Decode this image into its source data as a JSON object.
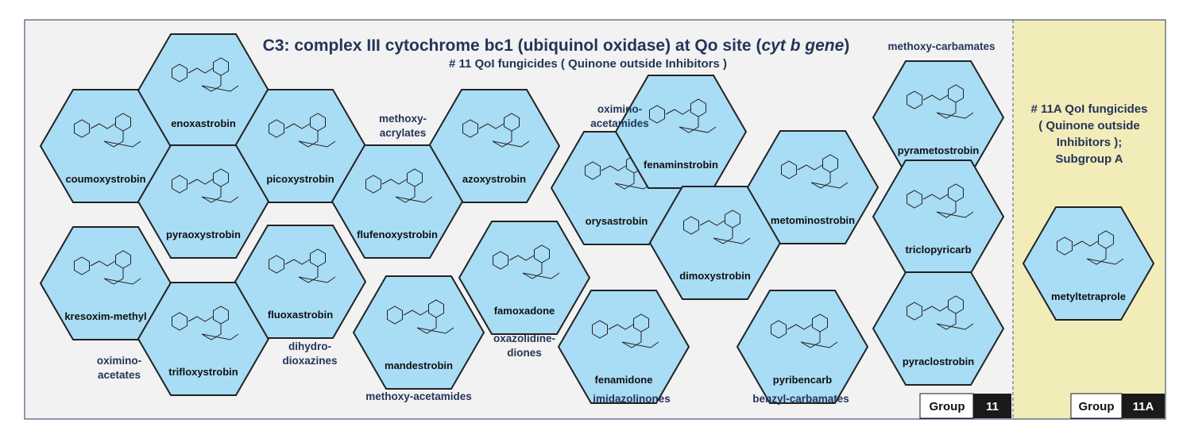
{
  "header": {
    "title_main": "C3: complex III cytochrome bc1 (ubiquinol oxidase) at Qo site (",
    "title_italic": "cyt b gene",
    "title_end": ")",
    "subtitle": "# 11 QoI fungicides ( Quinone outside Inhibitors )"
  },
  "subgroup_panel": {
    "lines": [
      "# 11A QoI fungicides",
      "( Quinone outside",
      "Inhibitors );",
      "Subgroup A"
    ]
  },
  "compounds": [
    {
      "name": "coumoxystrobin"
    },
    {
      "name": "enoxastrobin"
    },
    {
      "name": "picoxystrobin"
    },
    {
      "name": "pyraoxystrobin"
    },
    {
      "name": "azoxystrobin"
    },
    {
      "name": "flufenoxystrobin"
    },
    {
      "name": "kresoxim-methyl"
    },
    {
      "name": "trifloxystrobin"
    },
    {
      "name": "fluoxastrobin"
    },
    {
      "name": "mandestrobin"
    },
    {
      "name": "famoxadone"
    },
    {
      "name": "fenamidone"
    },
    {
      "name": "orysastrobin"
    },
    {
      "name": "fenaminstrobin"
    },
    {
      "name": "dimoxystrobin"
    },
    {
      "name": "metominostrobin"
    },
    {
      "name": "pyribencarb"
    },
    {
      "name": "pyrametostrobin"
    },
    {
      "name": "triclopyricarb"
    },
    {
      "name": "pyraclostrobin"
    },
    {
      "name": "metyltetraprole"
    }
  ],
  "chemical_classes": [
    {
      "lines": [
        "methoxy-carbamates"
      ]
    },
    {
      "lines": [
        "methoxy-",
        "acrylates"
      ]
    },
    {
      "lines": [
        "oximino-",
        "acetamides"
      ]
    },
    {
      "lines": [
        "oximino-",
        "acetates"
      ]
    },
    {
      "lines": [
        "dihydro-",
        "dioxazines"
      ]
    },
    {
      "lines": [
        "methoxy-acetamides"
      ]
    },
    {
      "lines": [
        "oxazolidine-",
        "diones"
      ]
    },
    {
      "lines": [
        "imidazolinones"
      ]
    },
    {
      "lines": [
        "benzyl-carbamates"
      ]
    }
  ],
  "group_badges": [
    {
      "label": "Group",
      "value": "11"
    },
    {
      "label": "Group",
      "value": "11A"
    }
  ],
  "colors": {
    "hex_fill": "#a9dcf5",
    "panel_bg": "#f2f2f2",
    "subgroup_bg": "#f2ecb9",
    "text_navy": "#243559",
    "badge_dark": "#1a1a1a"
  }
}
